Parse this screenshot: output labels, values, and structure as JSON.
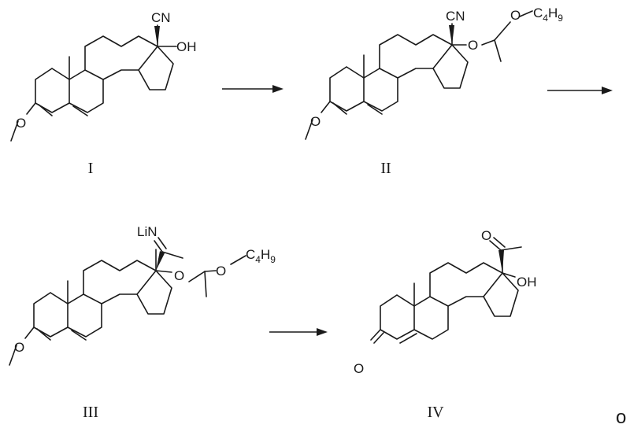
{
  "labels": {
    "cn": "CN",
    "oh": "OH",
    "o": "O",
    "lin": "LiN",
    "c4h9_c": "C",
    "c4h9_4": "4",
    "c4h9_h": "H",
    "c4h9_9": "9"
  },
  "compounds": [
    "I",
    "II",
    "III",
    "IV"
  ],
  "terminal_mark": "o"
}
